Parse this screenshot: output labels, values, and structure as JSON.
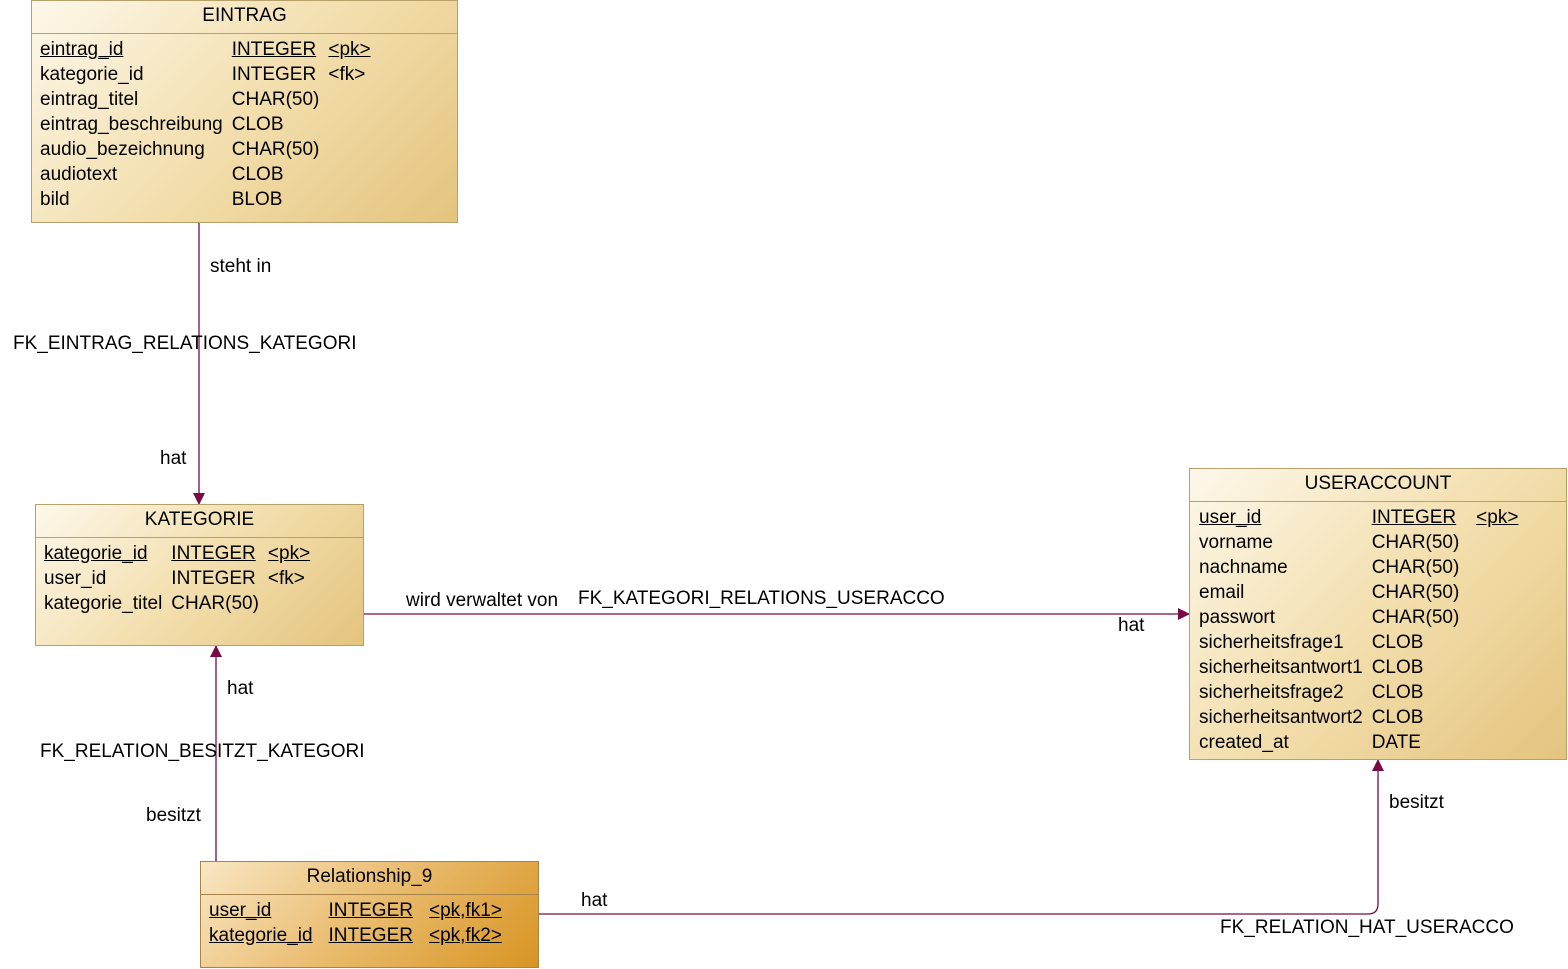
{
  "entities": {
    "eintrag": {
      "title": "EINTRAG",
      "rows": [
        {
          "name": "eintrag_id",
          "type": "INTEGER",
          "key": "<pk>",
          "pk": true
        },
        {
          "name": "kategorie_id",
          "type": "INTEGER",
          "key": "<fk>",
          "pk": false
        },
        {
          "name": "eintrag_titel",
          "type": "CHAR(50)",
          "key": "",
          "pk": false
        },
        {
          "name": "eintrag_beschreibung",
          "type": "CLOB",
          "key": "",
          "pk": false
        },
        {
          "name": "audio_bezeichnung",
          "type": "CHAR(50)",
          "key": "",
          "pk": false
        },
        {
          "name": "audiotext",
          "type": "CLOB",
          "key": "",
          "pk": false
        },
        {
          "name": "bild",
          "type": "BLOB",
          "key": "",
          "pk": false
        }
      ]
    },
    "kategorie": {
      "title": "KATEGORIE",
      "rows": [
        {
          "name": "kategorie_id",
          "type": "INTEGER",
          "key": "<pk>",
          "pk": true
        },
        {
          "name": "user_id",
          "type": "INTEGER",
          "key": "<fk>",
          "pk": false
        },
        {
          "name": "kategorie_titel",
          "type": "CHAR(50)",
          "key": "",
          "pk": false
        }
      ]
    },
    "useraccount": {
      "title": "USERACCOUNT",
      "rows": [
        {
          "name": "user_id",
          "type": "INTEGER",
          "key": "<pk>",
          "pk": true
        },
        {
          "name": "vorname",
          "type": "CHAR(50)",
          "key": "",
          "pk": false
        },
        {
          "name": "nachname",
          "type": "CHAR(50)",
          "key": "",
          "pk": false
        },
        {
          "name": "email",
          "type": "CHAR(50)",
          "key": "",
          "pk": false
        },
        {
          "name": "passwort",
          "type": "CHAR(50)",
          "key": "",
          "pk": false
        },
        {
          "name": "sicherheitsfrage1",
          "type": "CLOB",
          "key": "",
          "pk": false
        },
        {
          "name": "sicherheitsantwort1",
          "type": "CLOB",
          "key": "",
          "pk": false
        },
        {
          "name": "sicherheitsfrage2",
          "type": "CLOB",
          "key": "",
          "pk": false
        },
        {
          "name": "sicherheitsantwort2",
          "type": "CLOB",
          "key": "",
          "pk": false
        },
        {
          "name": "created_at",
          "type": "DATE",
          "key": "",
          "pk": false
        }
      ]
    },
    "relationship9": {
      "title": "Relationship_9",
      "rows": [
        {
          "name": "user_id",
          "type": "INTEGER",
          "key": "<pk,fk1>",
          "pk": true
        },
        {
          "name": "kategorie_id",
          "type": "INTEGER",
          "key": "<pk,fk2>",
          "pk": true
        }
      ]
    }
  },
  "relations": {
    "eintrag_kategorie": {
      "name": "FK_EINTRAG_RELATIONS_KATEGORI",
      "role_source": "steht in",
      "role_target": "hat"
    },
    "kategorie_useraccount": {
      "name": "FK_KATEGORI_RELATIONS_USERACCO",
      "role_source": "wird verwaltet von",
      "role_target": "hat"
    },
    "relation_kategorie": {
      "name": "FK_RELATION_BESITZT_KATEGORI",
      "role_source": "besitzt",
      "role_target": "hat"
    },
    "relation_useraccount": {
      "name": "FK_RELATION_HAT_USERACCO",
      "role_source": "hat",
      "role_target": "besitzt"
    }
  },
  "colors": {
    "link": "#7a0a45"
  }
}
